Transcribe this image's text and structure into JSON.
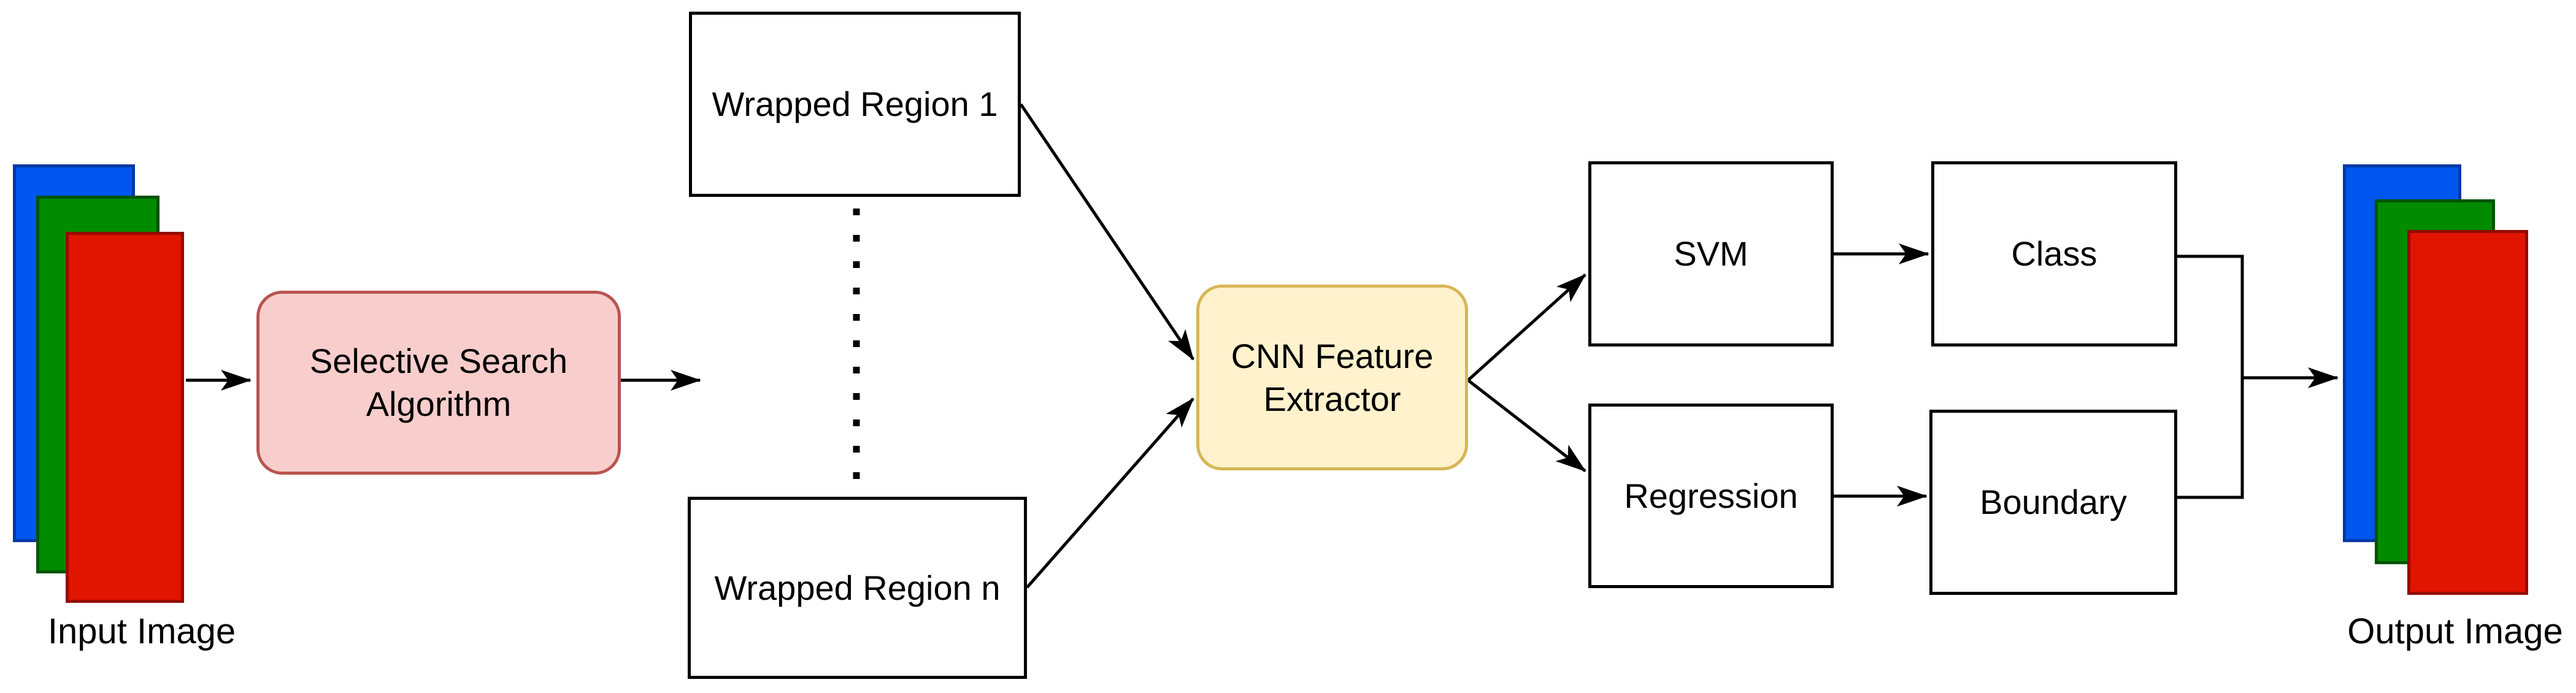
{
  "diagram": {
    "description": "R-CNN object detection pipeline flowchart",
    "nodes": {
      "input_image": {
        "label": "Input Image"
      },
      "selective_search": {
        "lines": [
          "Selective Search",
          "Algorithm"
        ],
        "fill": "#f8cecc",
        "stroke": "#b85450"
      },
      "wrapped_region_1": {
        "label": "Wrapped Region 1",
        "fill": "#ffffff",
        "stroke": "#000000"
      },
      "wrapped_region_n": {
        "label": "Wrapped Region n",
        "fill": "#ffffff",
        "stroke": "#000000"
      },
      "cnn_feature_extractor": {
        "lines": [
          "CNN Feature",
          "Extractor"
        ],
        "fill": "#fff2cc",
        "stroke": "#d6b656"
      },
      "svm": {
        "label": "SVM",
        "fill": "#ffffff",
        "stroke": "#000000"
      },
      "class": {
        "label": "Class",
        "fill": "#ffffff",
        "stroke": "#000000"
      },
      "regression": {
        "label": "Regression",
        "fill": "#ffffff",
        "stroke": "#000000"
      },
      "boundary": {
        "label": "Boundary",
        "fill": "#ffffff",
        "stroke": "#000000"
      },
      "output_image": {
        "label": "Output Image"
      }
    },
    "image_stack_colors": {
      "blue_fill": "#0056f0",
      "blue_stroke": "#0039a6",
      "green_fill": "#008b00",
      "green_stroke": "#005400",
      "red_fill": "#e11400",
      "red_stroke": "#940b00"
    },
    "connector_color": "#000000",
    "text_color": "#000000"
  }
}
